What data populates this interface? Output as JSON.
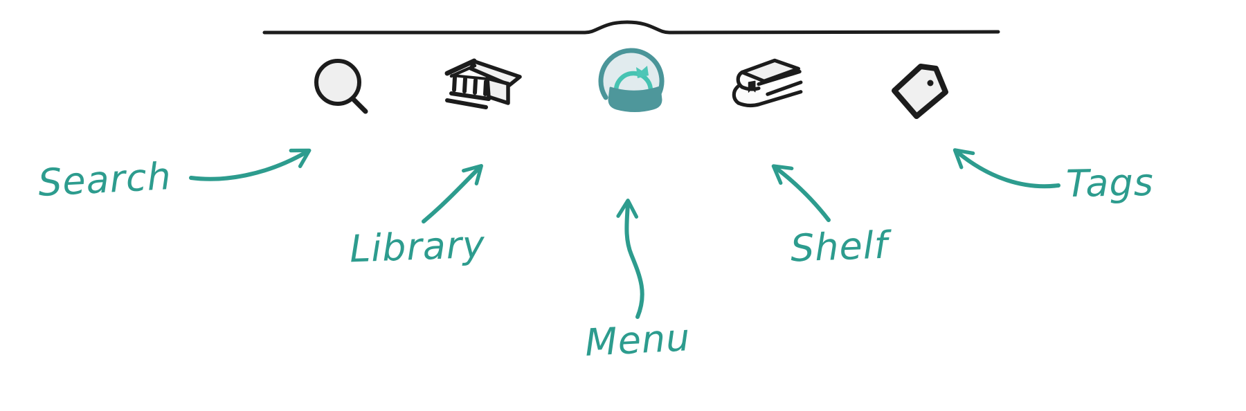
{
  "diagram": {
    "description": "Annotated app tab bar with five navigation items and hand-drawn teal labels"
  },
  "tab_bar": {
    "items": [
      {
        "id": "search",
        "icon": "magnifier-search-icon",
        "annotation": "Search"
      },
      {
        "id": "library",
        "icon": "library-building-icon",
        "annotation": "Library"
      },
      {
        "id": "menu",
        "icon": "app-logo-menu-icon",
        "annotation": "Menu"
      },
      {
        "id": "shelf",
        "icon": "stacked-books-icon",
        "annotation": "Shelf"
      },
      {
        "id": "tags",
        "icon": "price-tag-icon",
        "annotation": "Tags"
      }
    ]
  },
  "colors": {
    "annotation_teal": "#2d9c8e",
    "outline_black": "#1d1d1d",
    "icon_fill_gray": "#efefef",
    "logo_ring_teal": "#4a9599",
    "logo_bowl_teal": "#4e979b",
    "logo_arc_teal": "#47c3b2",
    "logo_disc_light": "#e1ebee"
  }
}
